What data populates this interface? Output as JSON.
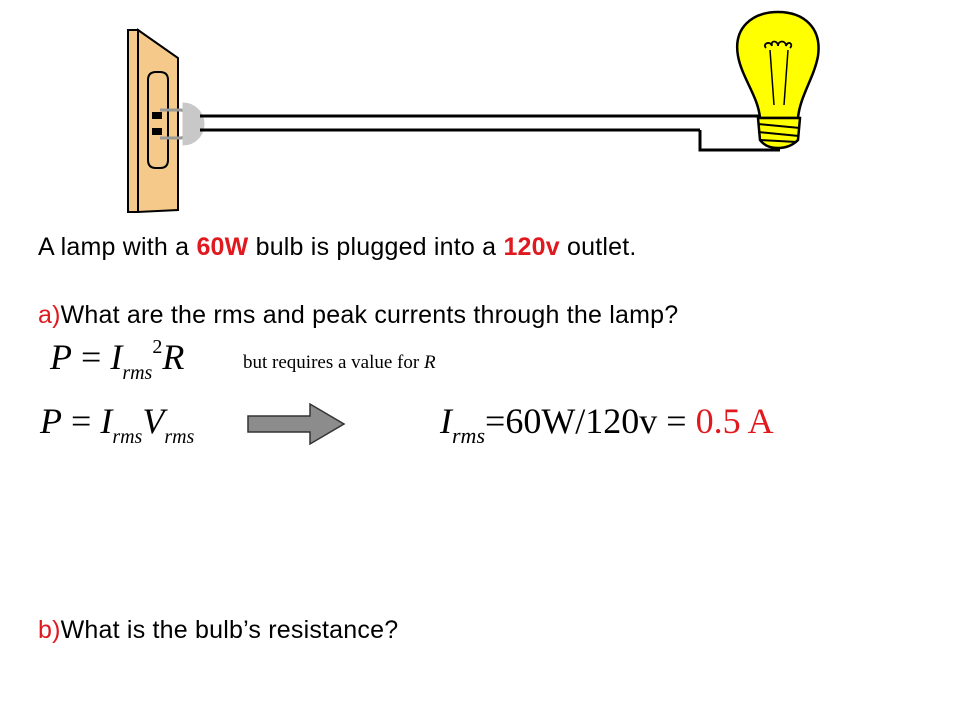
{
  "problem": {
    "intro_1": "A lamp with a ",
    "power": "60W",
    "intro_2": " bulb is plugged into a ",
    "voltage": "120v",
    "intro_3": " outlet.",
    "q_a_marker": "a)",
    "q_a_text": "What are the rms and peak currents through the lamp?",
    "q_b_marker": "b)",
    "q_b_text": "What is the bulb’s resistance?"
  },
  "equations": {
    "eq1_lhs": "P",
    "eq1_eq": " = ",
    "eq1_i": "I",
    "eq1_sub": "rms",
    "eq1_sup": "2",
    "eq1_r": "R",
    "eq1_note_text": "but requires a value for ",
    "eq1_note_var": "R",
    "eq2_lhs": "P",
    "eq2_eq": " = ",
    "eq2_i": "I",
    "eq2_sub1": "rms",
    "eq2_v": "V",
    "eq2_sub2": "rms"
  },
  "result": {
    "var": "I",
    "sub": "rms",
    "expression": "=60W/120v = ",
    "answer": "0.5 A"
  },
  "colors": {
    "accent": "#e0191f",
    "bulb": "#ffff00",
    "outlet": "#f4c98a",
    "arrow": "#8c8c8c"
  }
}
